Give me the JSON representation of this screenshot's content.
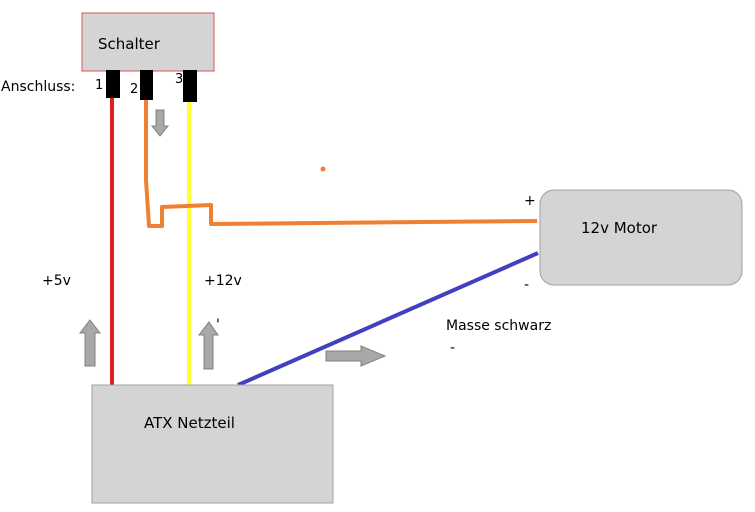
{
  "diagram": {
    "components": {
      "switch": {
        "label": "Schalter"
      },
      "psu": {
        "label": "ATX Netzteil"
      },
      "motor": {
        "label": "12v Motor"
      }
    },
    "terminals": {
      "label": "Anschluss:",
      "pins": [
        "1",
        "2",
        "3"
      ]
    },
    "wires": {
      "plus5v": {
        "label": "+5v",
        "color": "#e02020"
      },
      "plus12v": {
        "label": "+12v",
        "color": "#ffff33"
      },
      "switched": {
        "color": "#f08030"
      },
      "ground": {
        "label": "Masse schwarz",
        "color": "#4040c0"
      }
    },
    "motor_terminals": {
      "plus": "+",
      "minus": "-"
    },
    "stray_marks": {
      "minus": "-",
      "tick": "'"
    },
    "colors": {
      "box_fill": "#d4d4d4",
      "switch_border": "#e05050",
      "box_border": "#a0a0a0",
      "arrow_fill": "#a8a8a8",
      "arrow_stroke": "#808080",
      "pin": "#000000"
    }
  }
}
